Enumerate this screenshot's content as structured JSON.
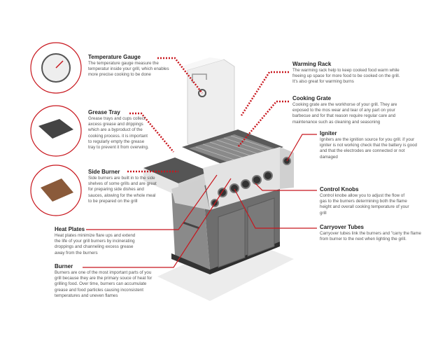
{
  "accent_color": "#c8161d",
  "callouts": {
    "temperature_gauge": {
      "title": "Temperature Gauge",
      "desc": "The temperature gauge measure the temperatur inside your grill, which enables more  precise cooking to be done"
    },
    "grease_tray": {
      "title": "Grease Tray",
      "desc": "Grease trays and cups collect axcess grease and drippings which are a byproduct of the cooking process. it is important to regularly empty the grease tray to prevent it from overwing."
    },
    "side_burner": {
      "title": "Side Burner",
      "desc": "Side burners are built in to the side shelves of some grills and are great for preparing side dishes and sauces, alowing for the whole meal to be prepared on the grill"
    },
    "heat_plates": {
      "title": "Heat Plates",
      "desc": "Heat plates minimize flare ups and extend the life of your grill burners by incinerating droppings and channeling excess grease away from the burners"
    },
    "burner": {
      "title": "Burner",
      "desc": "Burners are one of the most important parts of you grill because they are the primary souce of heat for grilling food. Over time, burners can accumulate grease and food particles causing inconsistent temperatures and uneven flames"
    },
    "warming_rack": {
      "title": "Warming Rack",
      "desc": "The warming rack help to keep cooked food warm while freeing up space for more food to be cooked on the grill. It's also great for warming burns"
    },
    "cooking_grate": {
      "title": "Cooking Grate",
      "desc": "Cooking grate are the workhorse of your grill. They are exposed to the mos wear and tear of any part on your barbecue and for that reason require regular care and maintenance such as cleaning and seasoning"
    },
    "igniter": {
      "title": "Igniter",
      "desc": "Igniters are the ignition source for you grill. if your igniter is not working check that the battery is good and that the electrodes are connected or not damaged"
    },
    "control_knobs": {
      "title": "Control Knobs",
      "desc": "Control knobe allow you to adjust the flow of gas to the burners determining both the flame height and overall cooking temperature of your grill"
    },
    "carryover_tubes": {
      "title": "Carryover Tubes",
      "desc": "Carryover tubes  link the burners and \"carry the flame from burner to the next when lighting the grill."
    }
  }
}
